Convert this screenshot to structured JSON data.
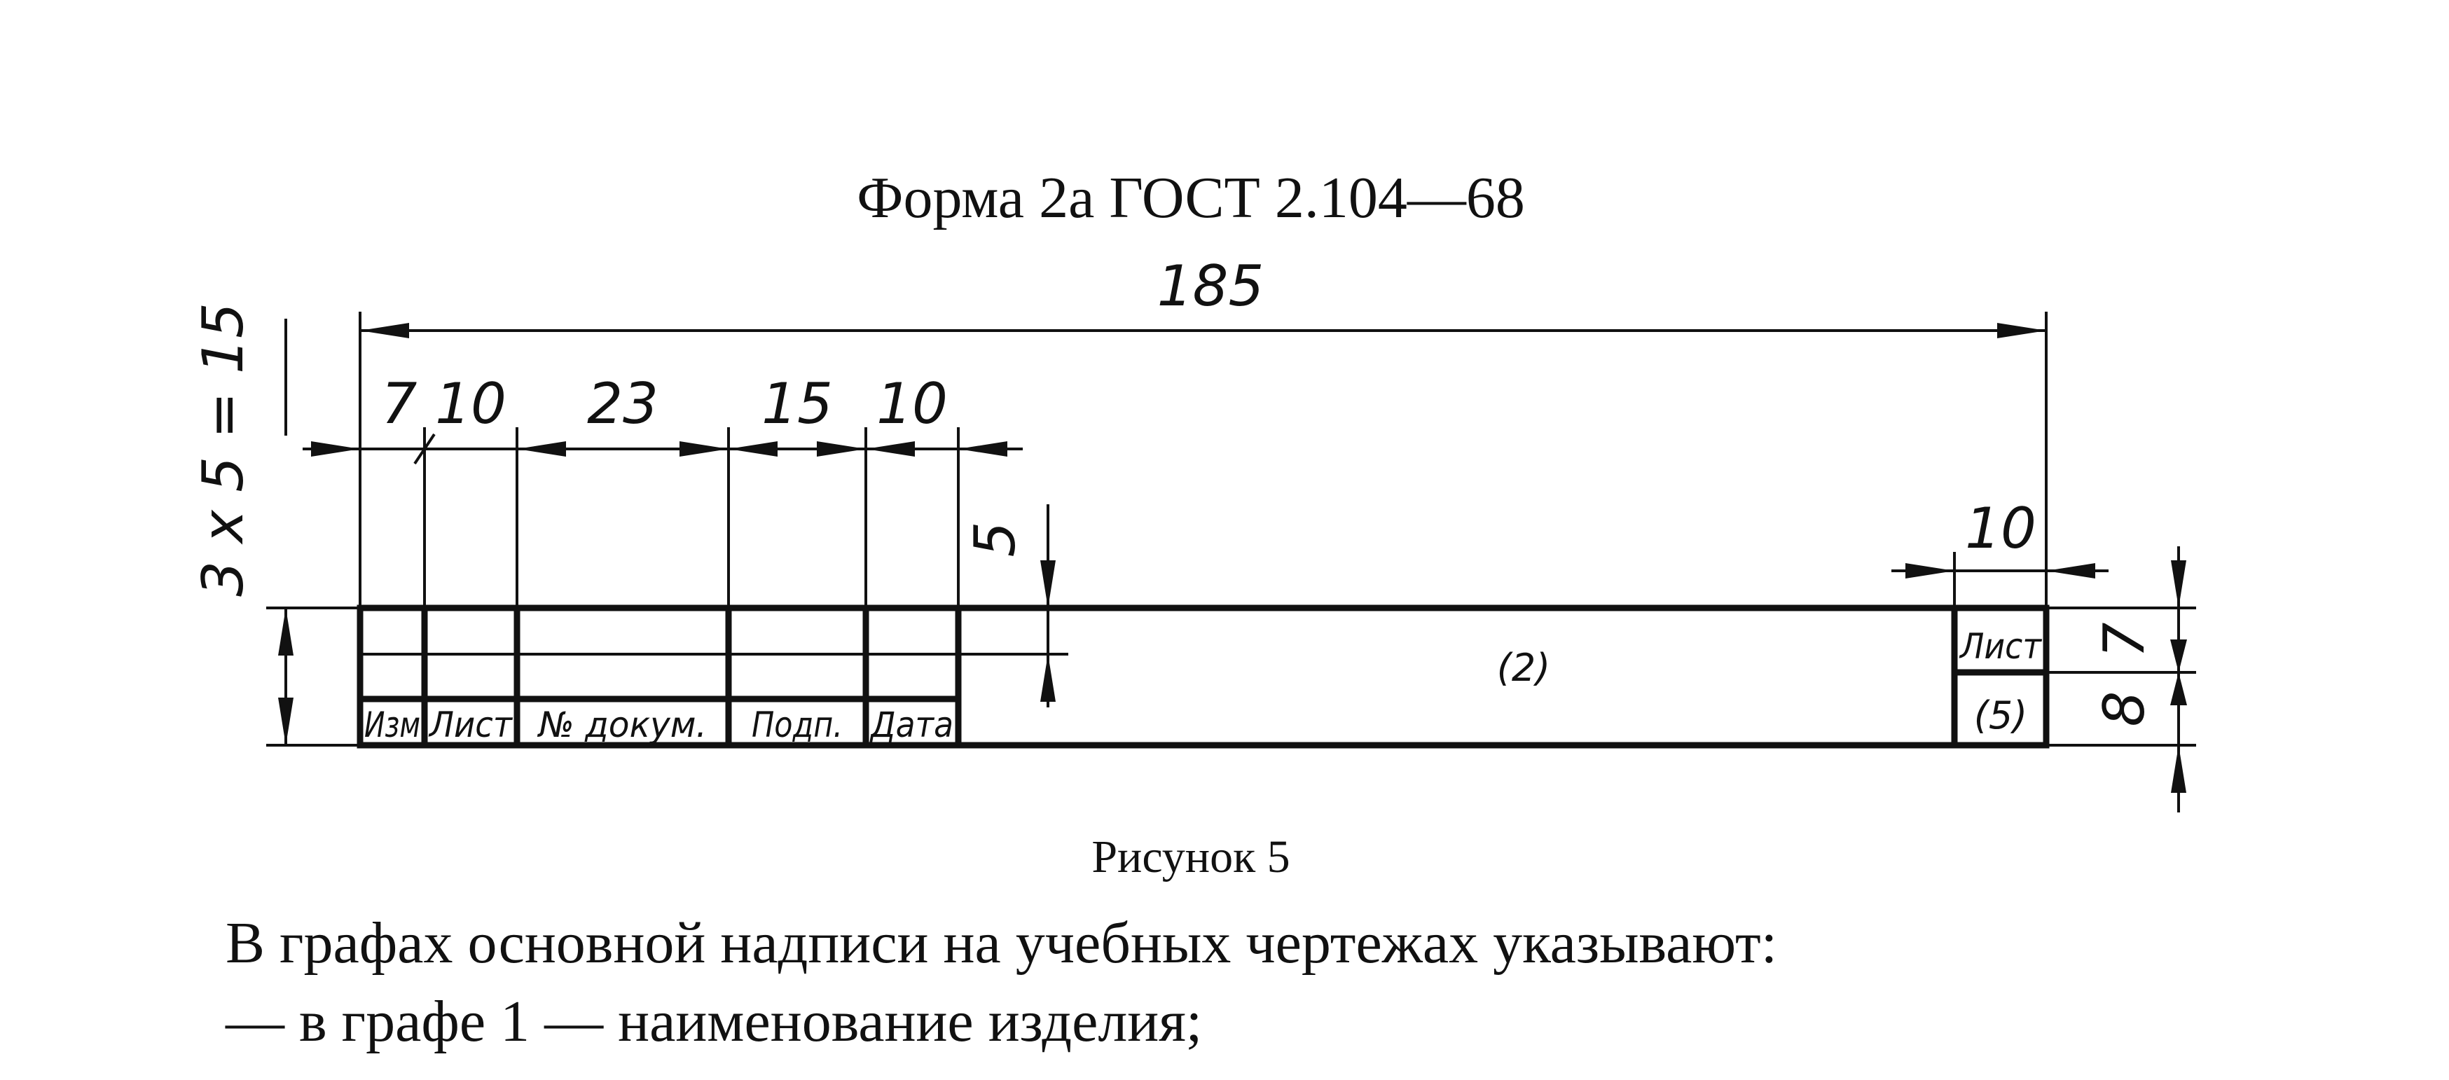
{
  "figure": {
    "title": "Форма 2а  ГОСТ 2.104—68",
    "caption": "Рисунок 5",
    "dimensions": {
      "total_width": "185",
      "height_formula": "3 x 5 = 15",
      "col_izm": "7",
      "col_list": "10",
      "col_ndokum": "23",
      "col_podp": "15",
      "col_data": "10",
      "row_height": "5",
      "sheet_col_width": "10",
      "sheet_label_height": "7",
      "sheet_number_height": "8"
    },
    "cells": {
      "izm": "Изм",
      "list": "Лист",
      "ndokum": "№ докум.",
      "podp": "Подп.",
      "data": "Дата",
      "field_2": "(2)",
      "sheet_label": "Лист",
      "field_5": "(5)"
    }
  },
  "body": {
    "paragraph_line1": "В графах основной надписи на учебных чертежах указывают:",
    "paragraph_line2": "— в графе 1 — наименование изделия;"
  }
}
